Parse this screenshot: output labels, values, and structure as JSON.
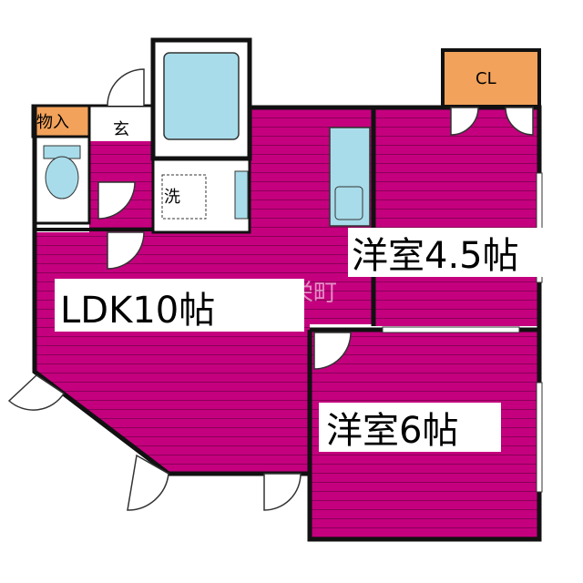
{
  "rooms": {
    "ldk": "LDK10帖",
    "western_a": "洋室4.5帖",
    "western_b": "洋室6帖",
    "closet": "CL",
    "storage": "物入",
    "entrance": "玄",
    "washroom": "洗"
  },
  "watermark": "イブル栄町",
  "colors": {
    "floor": "#c4007e",
    "floor_line": "#8a0058",
    "wall": "#111111",
    "closet": "#f2a25a",
    "storage": "#f2a25a",
    "fixture": "#a8dcea"
  }
}
